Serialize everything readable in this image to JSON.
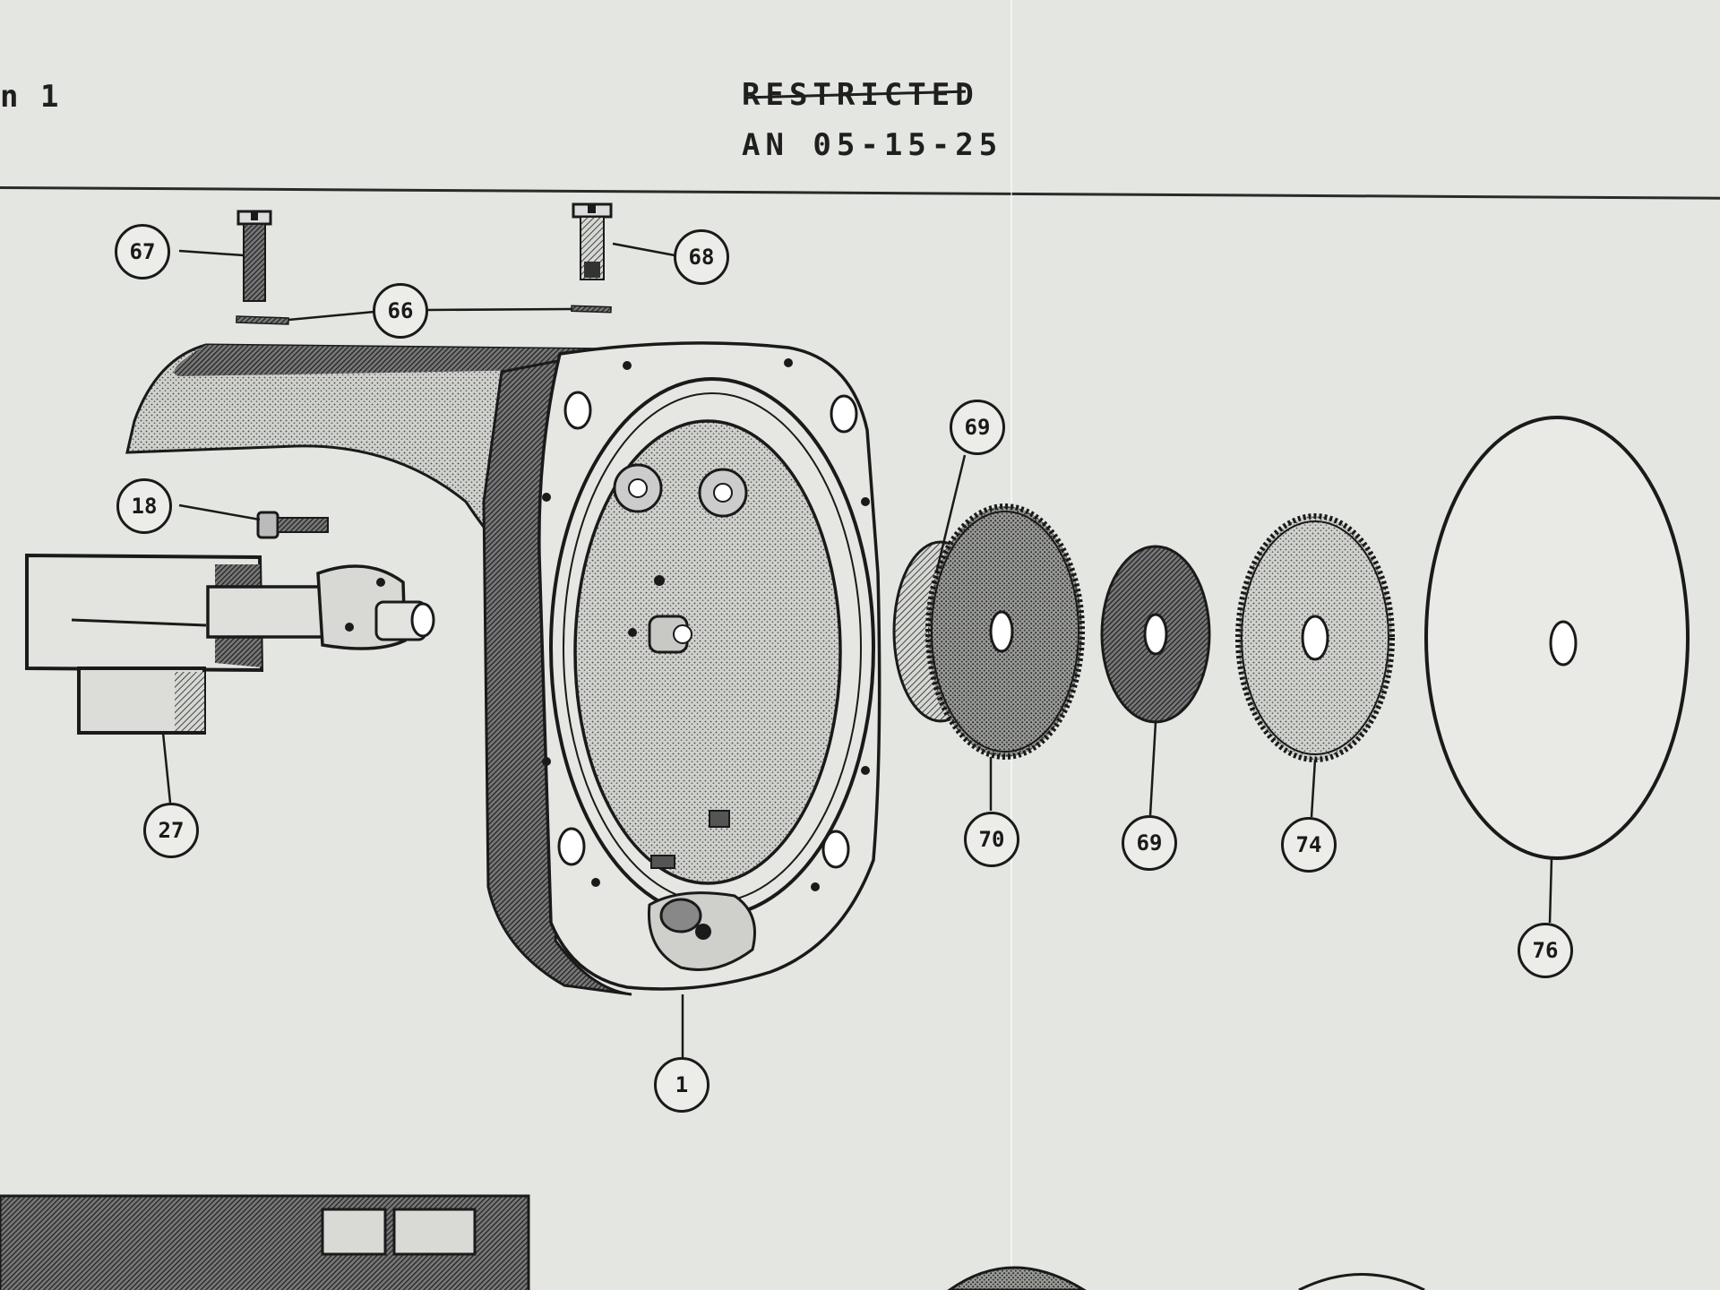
{
  "header": {
    "left_fragment": "n 1",
    "classification": "RESTRICTED",
    "document_number": "AN 05-15-25"
  },
  "callouts": [
    {
      "id": "c67",
      "label": "67"
    },
    {
      "id": "c68",
      "label": "68"
    },
    {
      "id": "c66",
      "label": "66"
    },
    {
      "id": "c18",
      "label": "18"
    },
    {
      "id": "c27",
      "label": "27"
    },
    {
      "id": "c69a",
      "label": "69"
    },
    {
      "id": "c70",
      "label": "70"
    },
    {
      "id": "c69b",
      "label": "69"
    },
    {
      "id": "c74",
      "label": "74"
    },
    {
      "id": "c76",
      "label": "76"
    },
    {
      "id": "c1",
      "label": "1"
    }
  ],
  "colors": {
    "paper": "#e4e6e1",
    "ink": "#1a1a1a",
    "shade": "#3a3a3a"
  }
}
